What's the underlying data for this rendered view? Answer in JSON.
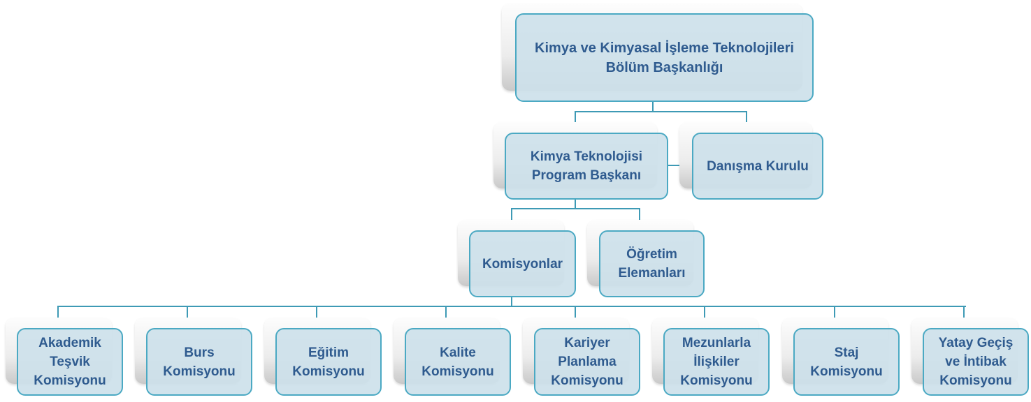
{
  "root": "Kimya ve Kimyasal İşleme Teknolojileri Bölüm Başkanlığı",
  "level2": [
    "Kimya Teknolojisi Program Başkanı",
    "Danışma Kurulu"
  ],
  "level3": [
    "Komisyonlar",
    "Öğretim Elemanları"
  ],
  "commissions": [
    "Akademik Teşvik Komisyonu",
    "Burs Komisyonu",
    "Eğitim Komisyonu",
    "Kalite Komisyonu",
    "Kariyer Planlama Komisyonu",
    "Mezunlarla İlişkiler Komisyonu",
    "Staj Komisyonu",
    "Yatay Geçiş ve İntibak Komisyonu"
  ],
  "colors": {
    "border": "#4ba9c3",
    "fill": "#cde1ea",
    "text": "#2f5b8f",
    "line": "#3e9ab5"
  }
}
